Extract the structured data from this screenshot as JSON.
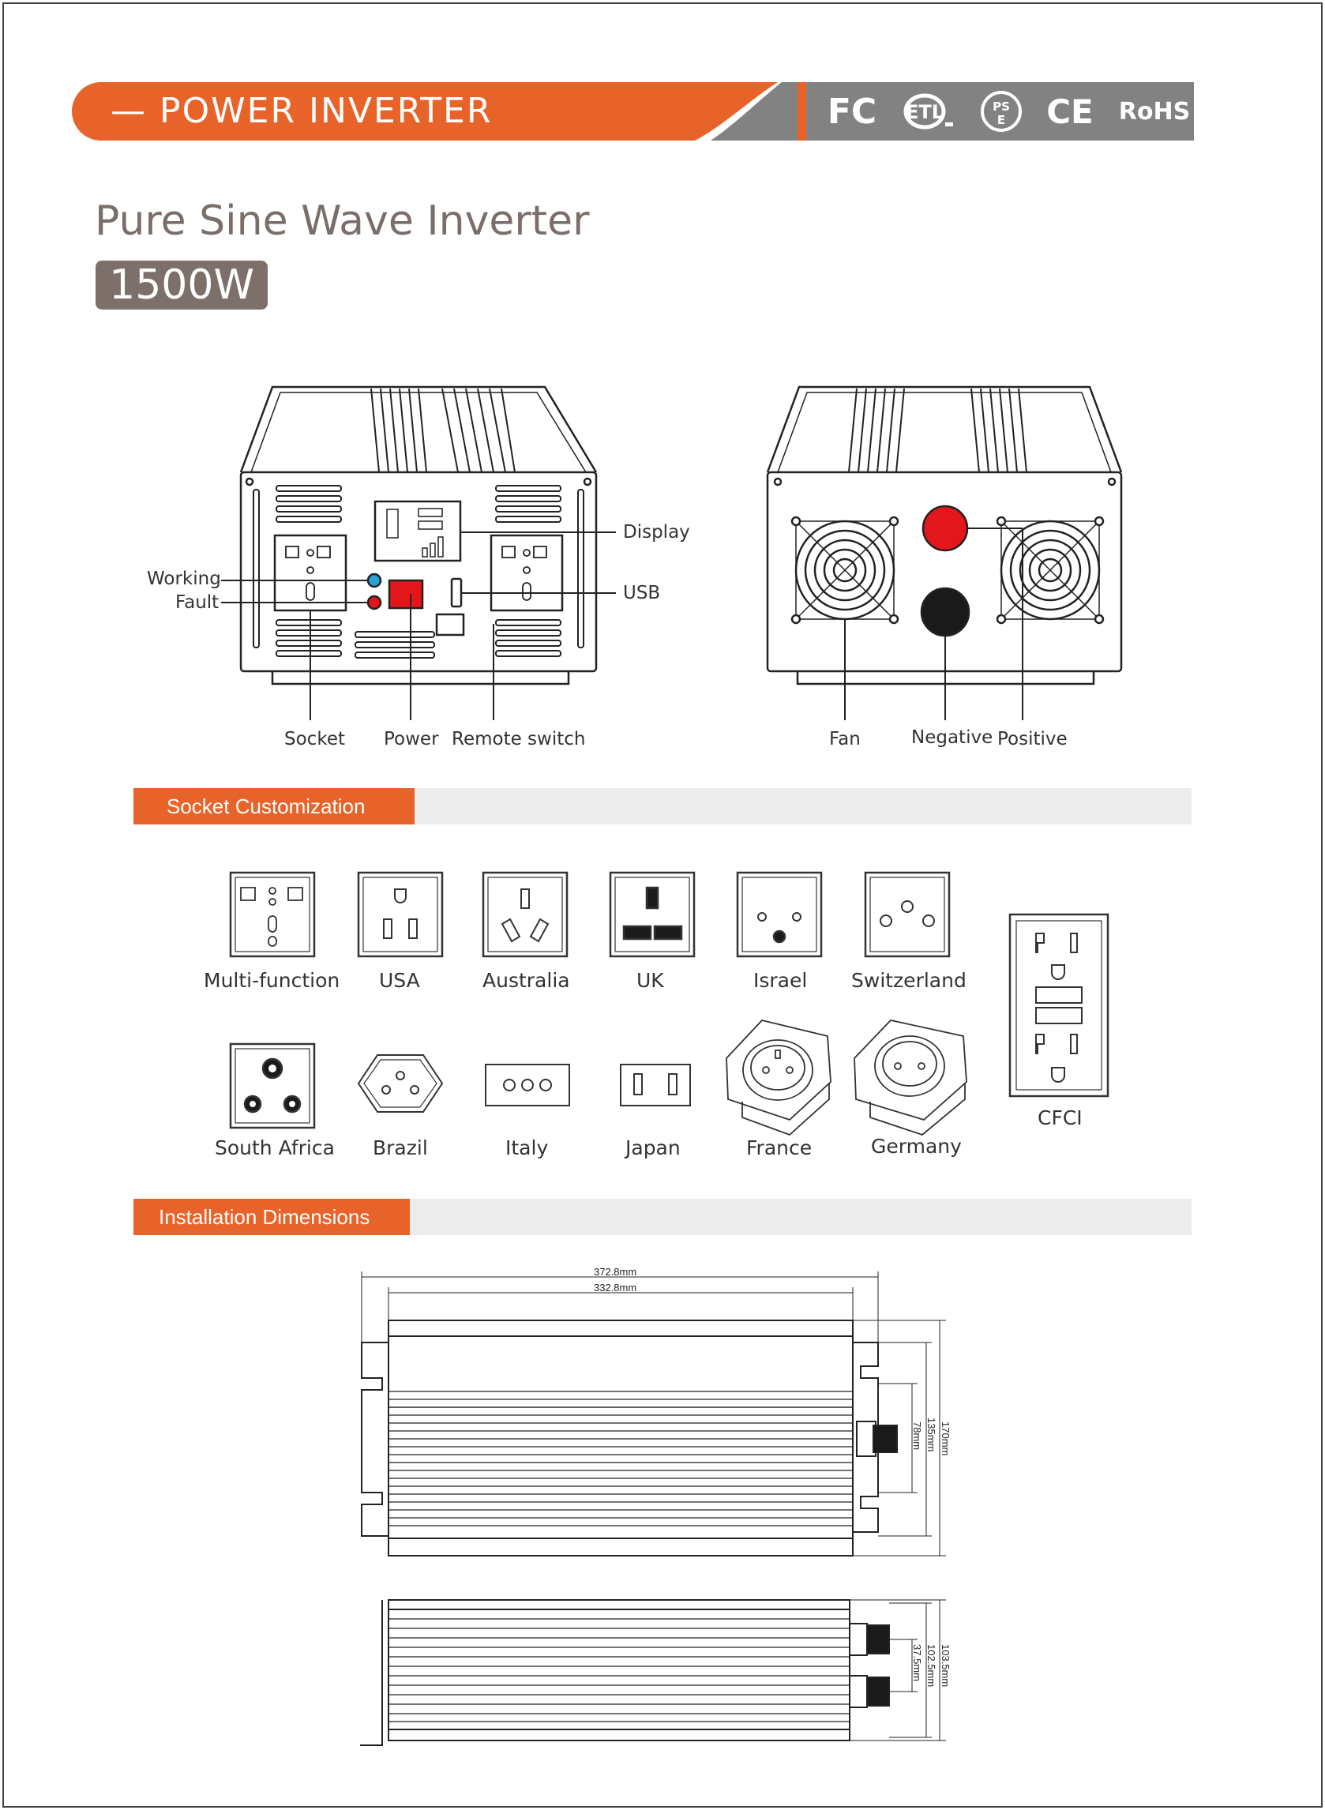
{
  "header": {
    "title": "— POWER INVERTER",
    "certifications": [
      "FC",
      "ETL",
      "PSE",
      "CE",
      "RoHS"
    ]
  },
  "product": {
    "title": "Pure Sine Wave Inverter",
    "wattage": "1500W"
  },
  "front_panel": {
    "labels": {
      "working": "Working",
      "fault": "Fault",
      "display": "Display",
      "usb": "USB",
      "socket": "Socket",
      "power": "Power",
      "remote_switch": "Remote switch"
    }
  },
  "rear_panel": {
    "labels": {
      "fan": "Fan",
      "negative": "Negative",
      "positive": "Positive"
    }
  },
  "socket_section": {
    "title": "Socket Customization",
    "sockets": [
      "Multi-function",
      "USA",
      "Australia",
      "UK",
      "Israel",
      "Switzerland",
      "South Africa",
      "Brazil",
      "Italy",
      "Japan",
      "France",
      "Germany",
      "CFCI"
    ]
  },
  "dimensions_section": {
    "title": "Installation Dimensions",
    "top_view": {
      "overall_length": "372.8mm",
      "body_length": "332.8mm",
      "overall_width": "170mm",
      "mount_width": "135mm",
      "terminal_span": "78mm"
    },
    "side_view": {
      "overall_height": "103.5mm",
      "body_height": "102.5mm",
      "terminal_spacing": "37.5mm"
    }
  },
  "colors": {
    "accent": "#e8632a",
    "banner_gray": "#828282",
    "badge": "#7d706b",
    "positive_terminal": "#e3161b"
  }
}
